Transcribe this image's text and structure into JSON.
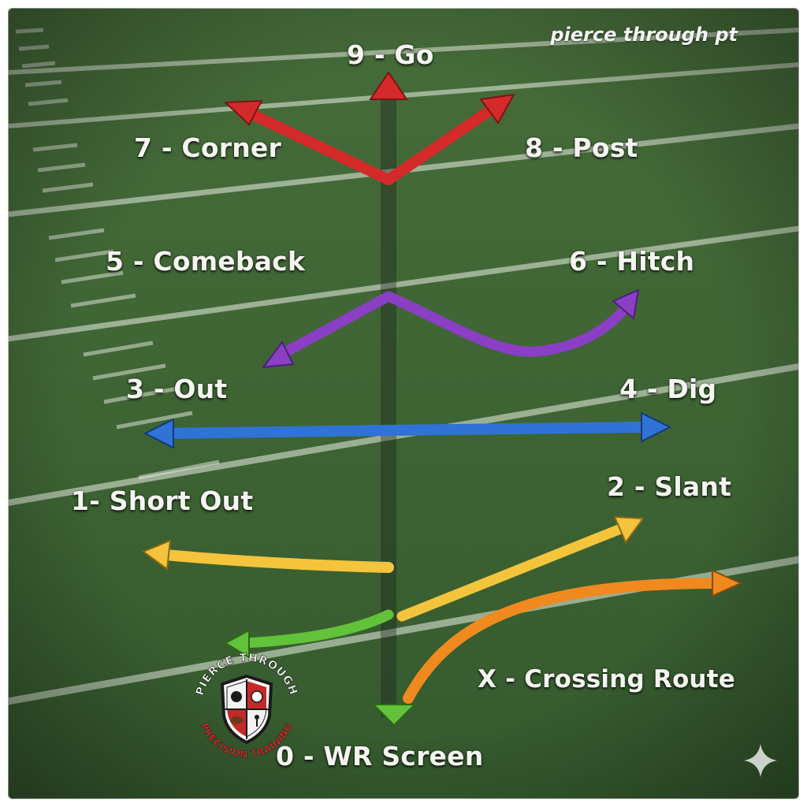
{
  "watermark": "pierce through pt",
  "routes": {
    "r9": "9 - Go",
    "r7": "7 - Corner",
    "r8": "8 - Post",
    "r5": "5 - Comeback",
    "r6": "6 - Hitch",
    "r3": "3 - Out",
    "r4": "4 - Dig",
    "r1": "1- Short Out",
    "r2": "2 - Slant",
    "rx": "X - Crossing Route",
    "r0": "0 - WR Screen"
  },
  "logo": {
    "top_text": "PIERCE THROUGH",
    "bottom_text": "PRECISION TRAINING"
  },
  "colors": {
    "red": "#d42a2a",
    "purple": "#8a3fc4",
    "blue": "#2f73d6",
    "yellow": "#f3c43c",
    "green": "#62c23a",
    "orange": "#f08a1e",
    "field": "#3f6535"
  }
}
